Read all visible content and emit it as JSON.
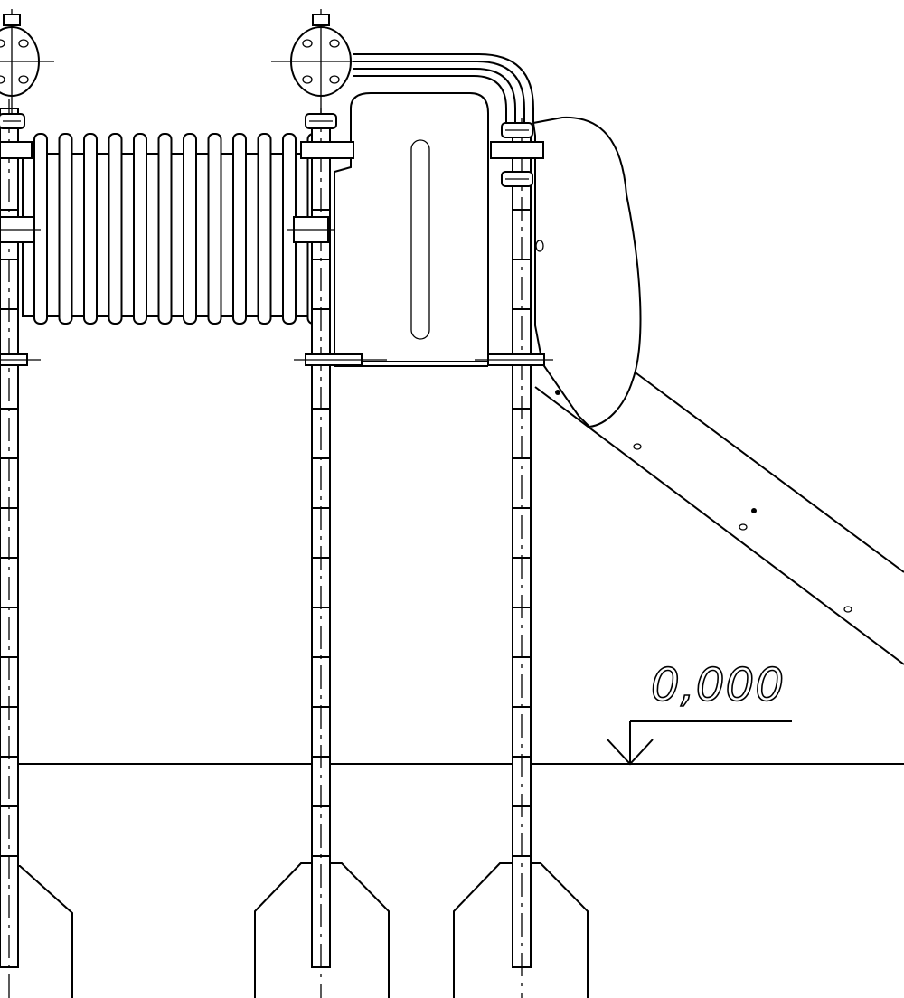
{
  "elevation_mark": {
    "label": "0,000"
  },
  "colors": {
    "line": "#000000",
    "background": "#ffffff"
  },
  "elements": {
    "supports": [
      "support-post-left",
      "support-post-middle",
      "support-post-right"
    ],
    "components": [
      "bellows-compensator",
      "u-pipe-loop",
      "insulator-flanges",
      "cable-sleeve",
      "inclined-cable",
      "ground-line",
      "foundations"
    ]
  }
}
